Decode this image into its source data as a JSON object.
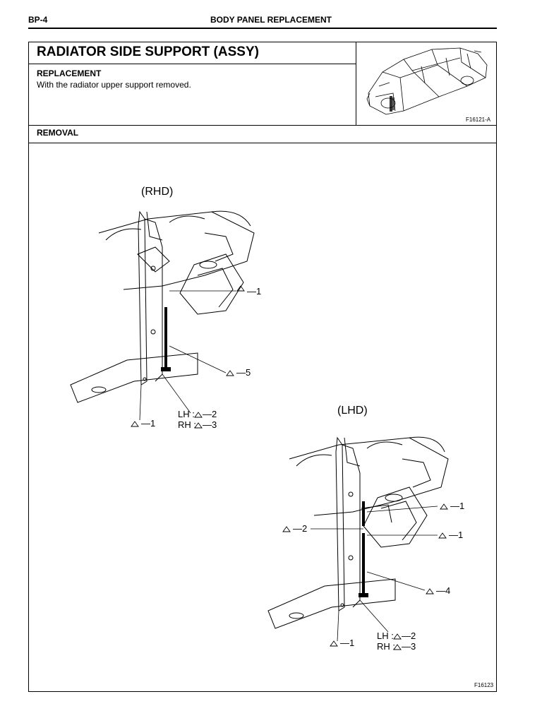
{
  "header": {
    "page_id": "BP-4",
    "section": "BODY PANEL REPLACEMENT"
  },
  "title": "RADIATOR SIDE SUPPORT (ASSY)",
  "replacement": {
    "label": "REPLACEMENT",
    "text": "With the radiator upper support removed.",
    "figure_id": "F16121-A"
  },
  "removal": {
    "label": "REMOVAL",
    "figure_id": "F16123",
    "rhd": {
      "title": "(RHD)",
      "callouts": [
        "—1",
        "—5",
        "—1",
        "LH :",
        "—2",
        "RH :",
        "—3"
      ]
    },
    "lhd": {
      "title": "(LHD)",
      "callouts": [
        "—1",
        "—2",
        "—1",
        "—4",
        "—1",
        "LH :",
        "—2",
        "RH :",
        "—3"
      ]
    }
  }
}
